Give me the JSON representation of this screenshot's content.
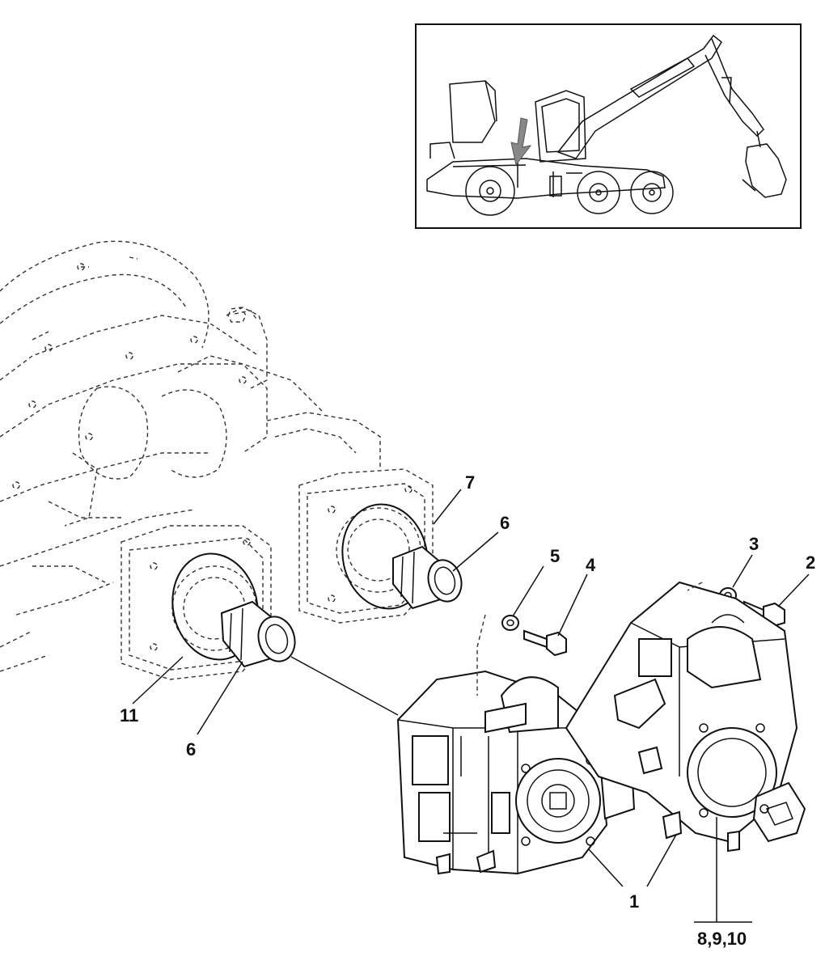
{
  "callouts": {
    "c1": "1",
    "c2": "2",
    "c3": "3",
    "c4": "4",
    "c5": "5",
    "c6a": "6",
    "c6b": "6",
    "c7": "7",
    "c11": "11",
    "c8910": "8,9,10"
  },
  "icons": {
    "inset": "harvester-machine-icon",
    "arrow": "location-arrow-icon"
  },
  "colors": {
    "line": "#111111",
    "arrow": "#888888",
    "background": "#ffffff"
  }
}
